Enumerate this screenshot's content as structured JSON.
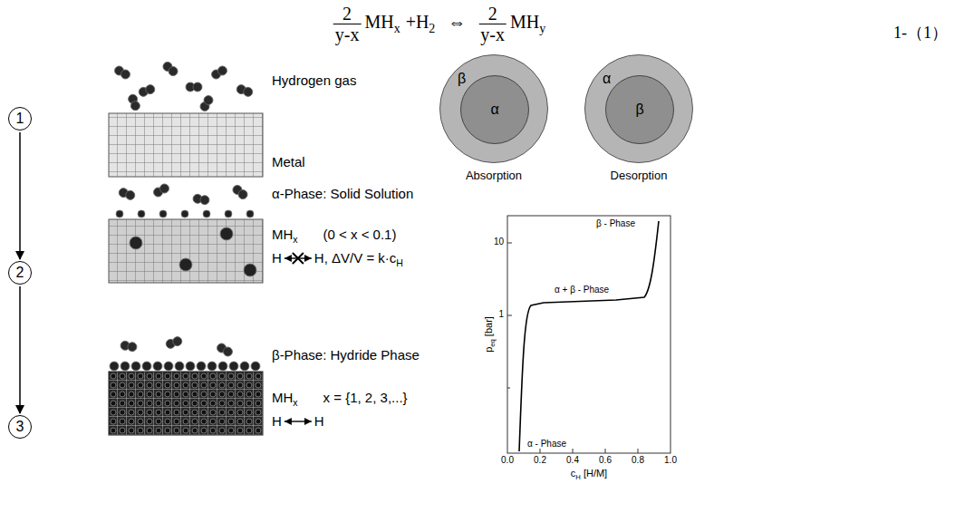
{
  "diagram": {
    "nodes": [
      {
        "text": [
          "1"
        ]
      },
      {
        "text": [
          "2"
        ]
      },
      {
        "text": [
          "3"
        ]
      },
      {
        "text": [
          "β"
        ]
      },
      {
        "text": [
          "α"
        ],
        "in": 3
      },
      {
        "text": [
          "α"
        ]
      },
      {
        "text": [
          "β"
        ],
        "in": 5
      }
    ],
    "edges": [
      {
        "from": 0,
        "to": 1,
        "arrow": "to"
      },
      {
        "from": 1,
        "to": 2,
        "arrow": "to"
      }
    ],
    "labels": [
      "2",
      "y-x",
      "MH",
      "x",
      "+H",
      "2",
      "⇔",
      "2",
      "y-x",
      "MH",
      "y",
      "1-（1）",
      "Hydrogen gas",
      "Metal",
      "α-Phase: Solid Solution",
      "MH",
      "x",
      "(0 < x < 0.1)",
      "H",
      "H",
      ", ΔV/V = k·c",
      "H",
      "β-Phase: Hydride Phase",
      "MH",
      "x",
      "x = {1, 2, 3,...}",
      "H",
      "H",
      "Absorption",
      "Desorption",
      "p",
      "eq",
      "[bar]",
      "1",
      "10",
      "c",
      "H",
      "[H/M]",
      "0.0",
      "0.2",
      "0.4",
      "0.6",
      "0.8",
      "1.0",
      "α - Phase",
      "α + β - Phase",
      "β - Phase"
    ]
  }
}
